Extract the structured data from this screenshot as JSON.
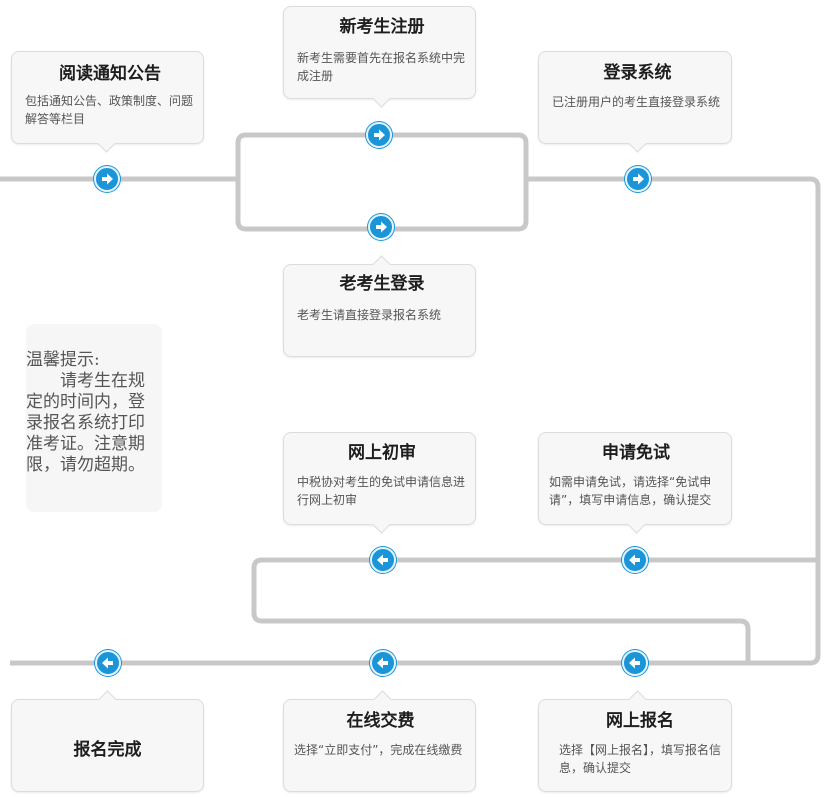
{
  "steps": {
    "read_notice": {
      "title": "阅读通知公告",
      "desc": "包括通知公告、政策制度、问题解答等栏目"
    },
    "new_register": {
      "title": "新考生注册",
      "desc": "新考生需要首先在报名系统中完成注册"
    },
    "login": {
      "title": "登录系统",
      "desc": "已注册用户的考生直接登录系统"
    },
    "old_login": {
      "title": "老考生登录",
      "desc": "老考生请直接登录报名系统"
    },
    "online_review": {
      "title": "网上初审",
      "desc": "中税协对考生的免试申请信息进行网上初审"
    },
    "apply_exempt": {
      "title": "申请免试",
      "desc": "如需申请免试，请选择“免试申请”，填写申请信息，确认提交"
    },
    "done": {
      "title": "报名完成"
    },
    "online_pay": {
      "title": "在线交费",
      "desc": "选择“立即支付”，完成在线缴费"
    },
    "online_signup": {
      "title": "网上报名",
      "desc": "选择【网上报名】，填写报名信息，确认提交"
    }
  },
  "tip": {
    "heading": "温馨提示:",
    "body": "请考生在规定的时间内，登录报名系统打印准考证。注意期限，请勿超期。"
  },
  "colors": {
    "node": "#1a95d8",
    "line": "#c8c8c8",
    "box_bg": "#f7f7f7",
    "box_border": "#dcdcdc"
  },
  "icons": {
    "right": "arrow-right-circle-icon",
    "left": "arrow-left-circle-icon"
  }
}
